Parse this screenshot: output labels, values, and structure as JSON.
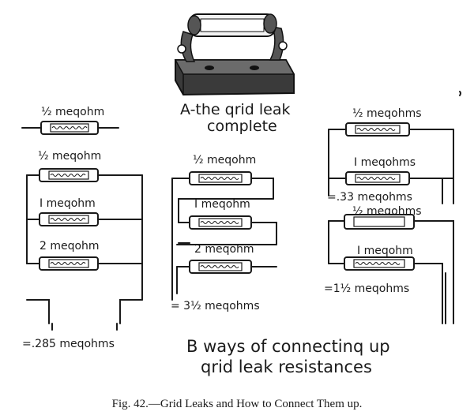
{
  "title_a_line1": "A-the qrid leak",
  "title_a_line2": "complete",
  "title_b_line1": "B ways of connectinq up",
  "title_b_line2": "qrid leak resistances",
  "caption": "Fig. 42.—Grid Leaks and How to Connect Them up.",
  "single": {
    "label": "½ meqohm"
  },
  "left": {
    "labels": [
      "½ meqohm",
      "I meqohm",
      "2 meqohm"
    ],
    "result": "=.285 meqohms"
  },
  "middle": {
    "labels": [
      "½ meqohm",
      "I meqohm",
      "2 meqohm"
    ],
    "result": "= 3½ meqohms"
  },
  "right_top": {
    "labels": [
      "½ meqohms",
      "I meqohms"
    ],
    "result": "=.33 meqohms"
  },
  "right_bottom": {
    "labels": [
      "½ meqohms",
      "I meqohm"
    ],
    "result": "=1½ meqohms"
  }
}
